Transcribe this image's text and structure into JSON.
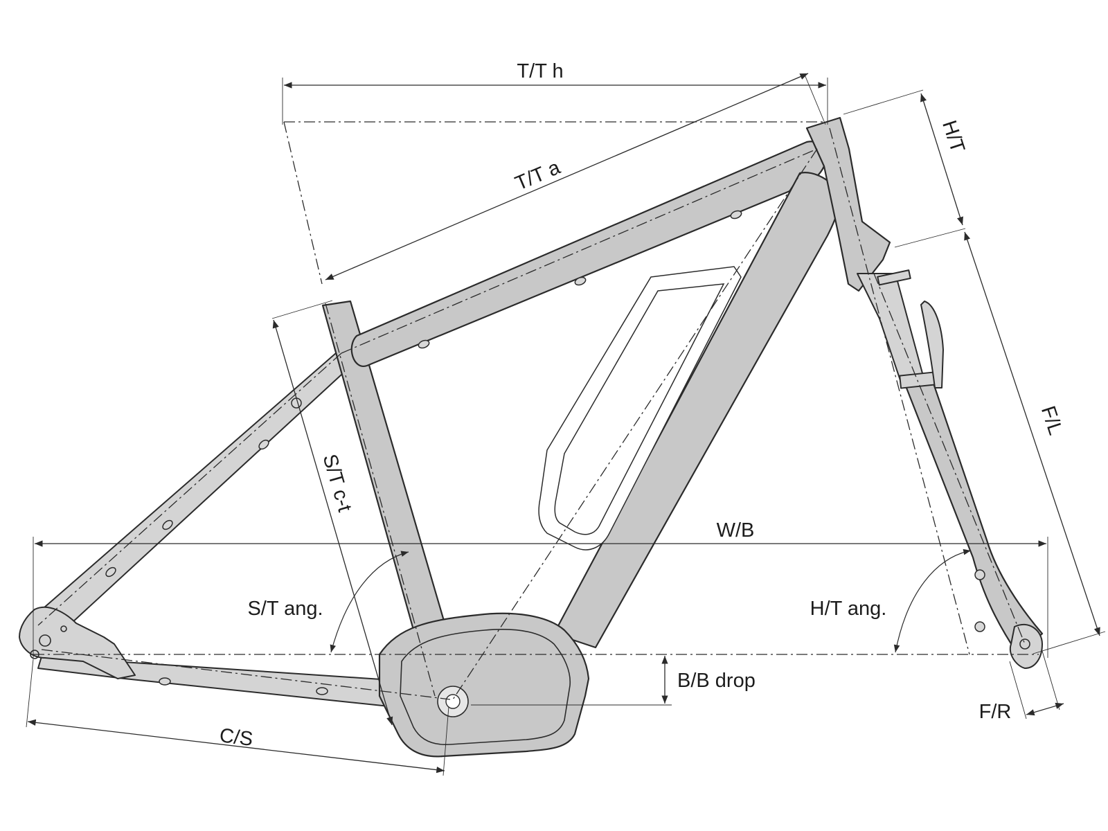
{
  "labels": {
    "top_tube_horizontal": "T/T h",
    "top_tube_actual": "T/T a",
    "head_tube": "H/T",
    "fork_length": "F/L",
    "seat_tube_ct": "S/T c-t",
    "wheelbase": "W/B",
    "seat_tube_angle": "S/T ang.",
    "head_tube_angle": "H/T ang.",
    "bb_drop": "B/B drop",
    "fork_rake": "F/R",
    "chainstay": "C/S"
  },
  "colors": {
    "frame_fill": "#c8c8c8",
    "line": "#2b2b2b",
    "background": "#ffffff"
  }
}
